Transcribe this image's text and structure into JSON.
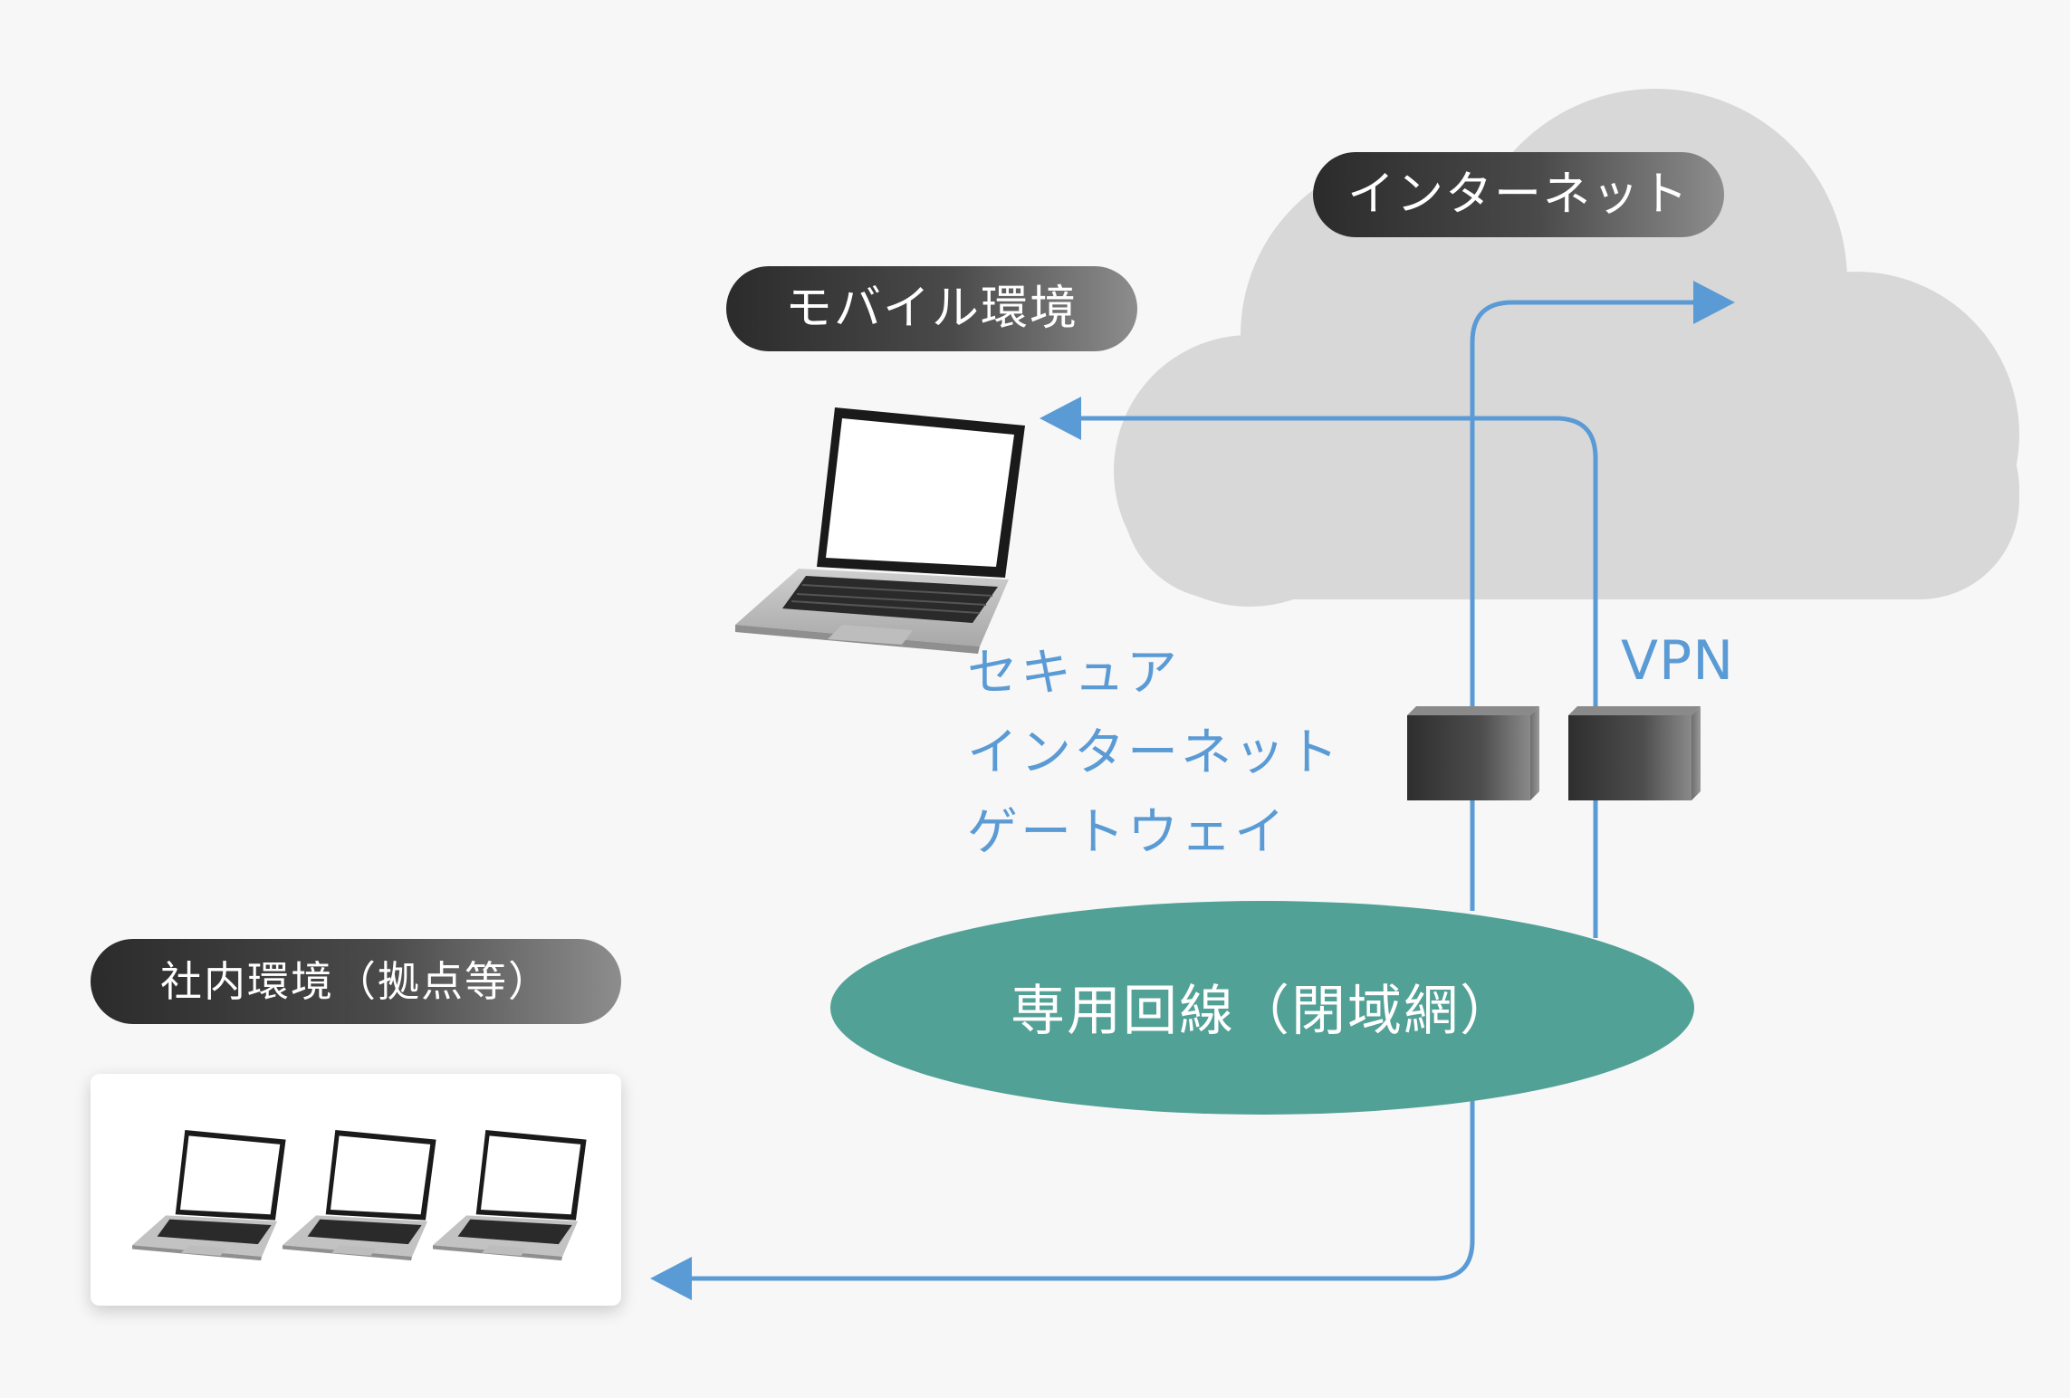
{
  "labels": {
    "internet": "インターネット",
    "mobile": "モバイル環境",
    "office": "社内環境（拠点等）",
    "closed_network": "専用回線（閉域網）",
    "gateway_line1": "セキュア",
    "gateway_line2": "インターネット",
    "gateway_line3": "ゲートウェイ",
    "vpn": "VPN"
  },
  "colors": {
    "background": "#f7f7f7",
    "cloud": "#d8d8d8",
    "line": "#5b9bd5",
    "closed_network": "#52a196",
    "pill_dark": "#2b2b2b"
  },
  "icons": {
    "mobile_device": "laptop-icon",
    "office_devices": [
      "laptop-icon",
      "laptop-icon",
      "laptop-icon"
    ],
    "gateway_device": "appliance-box-icon",
    "vpn_device": "appliance-box-icon",
    "internet": "cloud-icon"
  }
}
